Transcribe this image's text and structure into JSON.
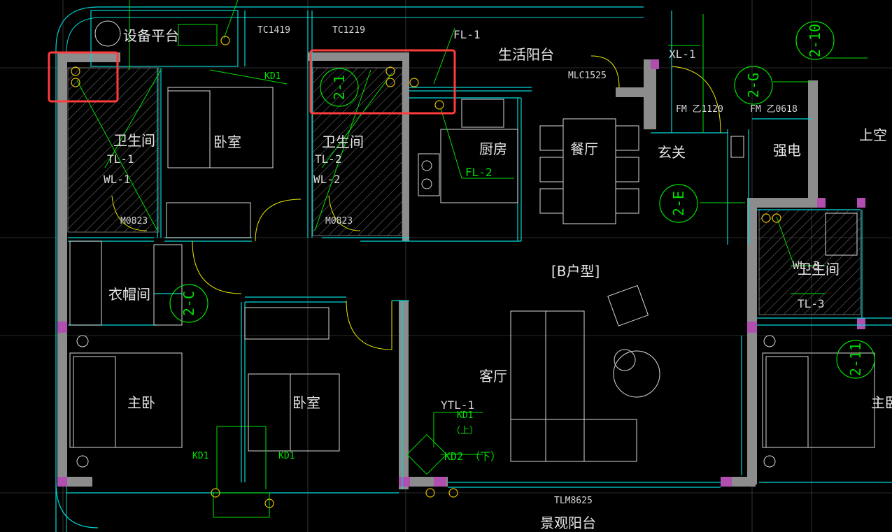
{
  "rooms": {
    "equipment_platform": "设备平台",
    "bathroom_1": "卫生间",
    "bedroom_top": "卧室",
    "bathroom_2": "卫生间",
    "kitchen": "厨房",
    "dining": "餐厅",
    "entrance": "玄关",
    "electric": "强电",
    "living_balcony": "生活阳台",
    "cloakroom": "衣帽间",
    "unit_type": "[B户型]",
    "living_room": "客厅",
    "master_bedroom_left": "主卧",
    "bedroom_bottom": "卧室",
    "bathroom_3": "卫生间",
    "scenic_balcony": "景观阳台",
    "upper_void": "上空",
    "master_bedroom_right": "主卧"
  },
  "codes": {
    "window_tc1419": "TC1419",
    "window_tc1219": "TC1219",
    "fl1": "FL-1",
    "fl2": "FL-2",
    "kd1_top": "KD1",
    "kd1_bl": "KD1",
    "kd1_br": "KD1",
    "mlc1525": "MLC1525",
    "xl1": "XL-1",
    "fm1120": "FM 乙1120",
    "fm0618": "FM 乙0618",
    "tl1": "TL-1",
    "wl1": "WL-1",
    "tl2": "TL-2",
    "wl2": "WL-2",
    "tl3": "TL-3",
    "wl3": "WL-3",
    "m0823_a": "M0823",
    "m0823_b": "M0823",
    "ytl1": "YTL-1",
    "kd1_up": "KD1",
    "up_label": "（上）",
    "kd2_down": "KD2 （下）",
    "tlm8625": "TLM8625"
  },
  "axis_tags": {
    "tag_2_10": "2-10",
    "tag_2_g": "2-G",
    "tag_2_e": "2-E",
    "tag_2_11": "2-11",
    "tag_2_c": "2-C",
    "tag_2_1": "2-1"
  },
  "colors": {
    "background": "#000000",
    "wall": "#8c8c8c",
    "line_cyan": "#00d8d8",
    "line_green": "#00e000",
    "line_yellow": "#e8e800",
    "highlight": "#ff3b3b",
    "column": "#b04fb0"
  }
}
